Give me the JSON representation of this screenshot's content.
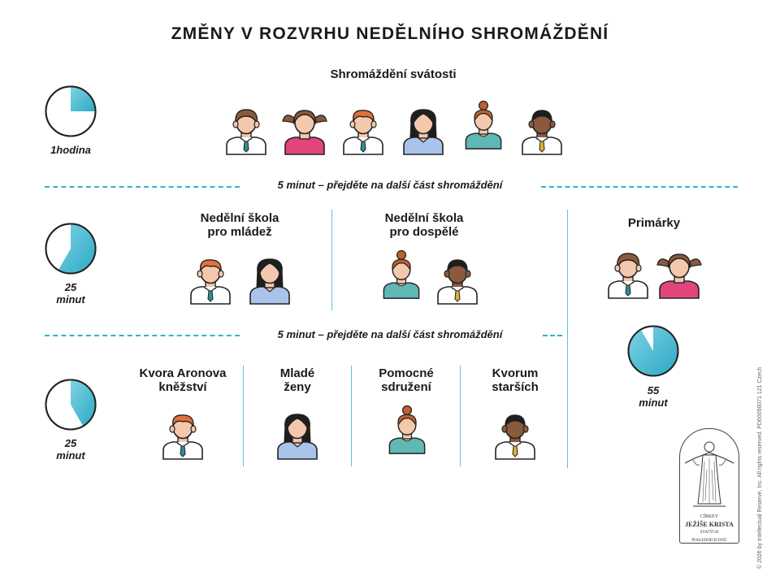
{
  "title": "ZMĚNY V ROZVRHU NEDĚLNÍHO SHROMÁŽDĚNÍ",
  "sacrament": {
    "label": "Shromáždění svátosti",
    "duration": "1hodina",
    "fraction": 0.75
  },
  "transition_label": "5 minut – přejděte na další část shromáždění",
  "session2": {
    "duration": "25\nminut",
    "fraction": 0.4167,
    "classes": [
      "Nedělní škola\npro mládež",
      "Nedělní škola\npro dospělé"
    ]
  },
  "session3": {
    "duration": "25\nminut",
    "fraction": 0.4167,
    "classes": [
      "Kvora Aronova\nkněžství",
      "Mladé\nženy",
      "Pomocné\nsdružení",
      "Kvorum\nstarších"
    ]
  },
  "primary": {
    "label": "Primárky",
    "duration": "55\nminut",
    "fraction": 0.9167
  },
  "copyright": "© 2026 by Intellectual Reserve, Inc. All rights reserved. PD60056071 121 Czech",
  "logo": {
    "line1": "CÍRKEV",
    "line2": "JEŽÍŠE KRISTA",
    "line3": "SVATÝCH",
    "line4": "POSLEDNÍCH DNŮ"
  },
  "colors": {
    "accent": "#2fb3cc",
    "clock_fill": "#2aa9c4",
    "pink": "#e0457b",
    "blue": "#a9c3ea",
    "teal": "#5fb8b4",
    "white_shirt": "#ffffff",
    "tie": "#2f8f8f",
    "tie_gold": "#e0b030"
  }
}
